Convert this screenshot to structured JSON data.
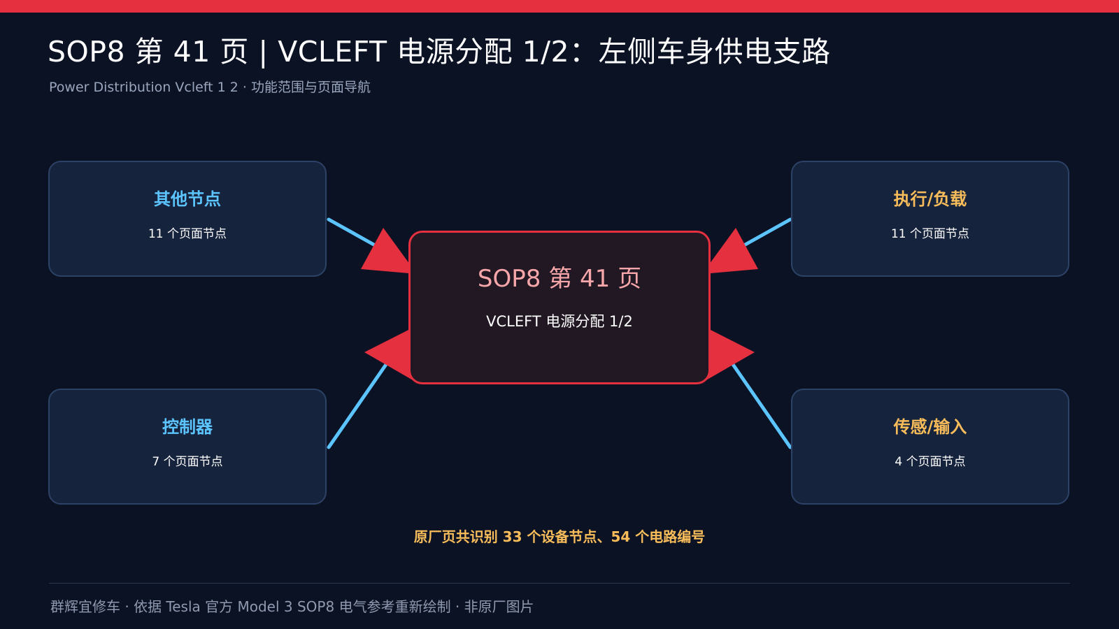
{
  "header": {
    "title": "SOP8 第 41 页 | VCLEFT 电源分配 1/2：左侧车身供电支路",
    "subtitle": "Power Distribution Vcleft 1 2 · 功能范围与页面导航"
  },
  "center": {
    "title": "SOP8 第 41 页",
    "subtitle": "VCLEFT 电源分配 1/2"
  },
  "nodes": {
    "other": {
      "title": "其他节点",
      "count": "11 个页面节点"
    },
    "actuators": {
      "title": "执行/负载",
      "count": "11 个页面节点"
    },
    "controllers": {
      "title": "控制器",
      "count": "7 个页面节点"
    },
    "sensors": {
      "title": "传感/输入",
      "count": "4 个页面节点"
    }
  },
  "summary": "原厂页共识别 33 个设备节点、54 个电路编号",
  "footer": "群辉宜修车 · 依据 Tesla 官方 Model 3 SOP8 电气参考重新绘制 · 非原厂图片",
  "colors": {
    "accent_red": "#e5303f",
    "link_blue": "#5cc4ff",
    "label_blue": "#5cc4ff",
    "label_amber": "#f8bd5a",
    "background": "#0b1224",
    "card": "#16233d"
  }
}
